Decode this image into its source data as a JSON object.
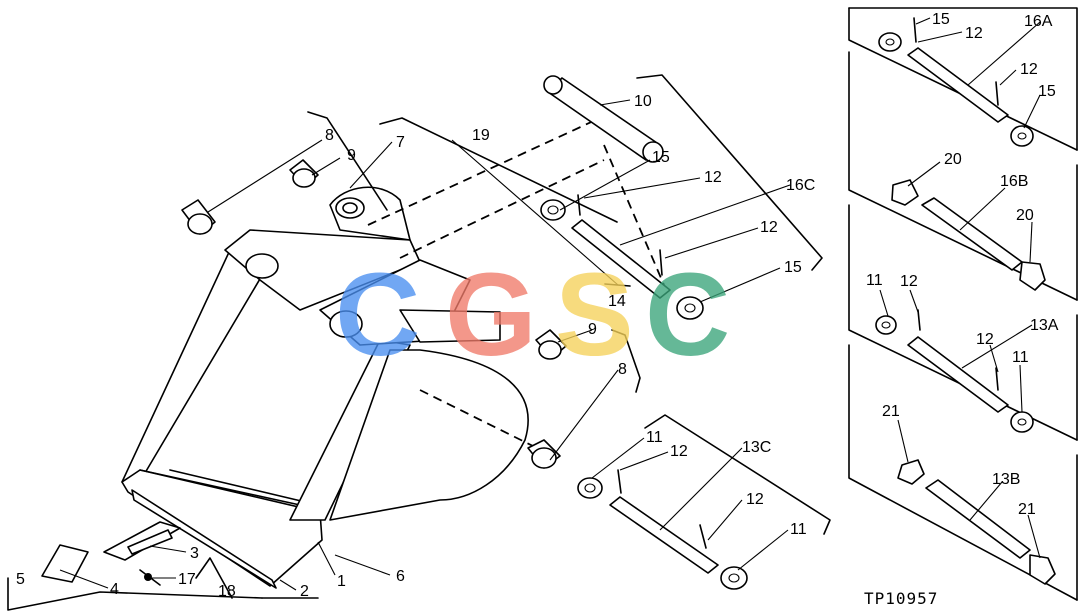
{
  "callouts": {
    "c1": "1",
    "c2": "2",
    "c3": "3",
    "c4": "4",
    "c5": "5",
    "c6": "6",
    "c7": "7",
    "c8a": "8",
    "c8b": "8",
    "c9a": "9",
    "c9b": "9",
    "c10": "10",
    "c11a": "11",
    "c11b": "11",
    "c11c": "11",
    "c11d": "11",
    "c12a": "12",
    "c12b": "12",
    "c12c": "12",
    "c12d": "12",
    "c12e": "12",
    "c12f": "12",
    "c12g": "12",
    "c12h": "12",
    "c13a": "13A",
    "c13b": "13B",
    "c13c": "13C",
    "c14": "14",
    "c15a": "15",
    "c15b": "15",
    "c15c": "15",
    "c15d": "15",
    "c16a": "16A",
    "c16b": "16B",
    "c16c": "16C",
    "c17": "17",
    "c18": "18",
    "c19": "19",
    "c20a": "20",
    "c20b": "20",
    "c21a": "21",
    "c21b": "21"
  },
  "figure_code": "TP10957",
  "watermark": {
    "letters": [
      "C",
      "G",
      "S",
      "C"
    ],
    "colors": [
      "#4a8ff0",
      "#f07a6a",
      "#f6d25a",
      "#3aa57a"
    ]
  }
}
